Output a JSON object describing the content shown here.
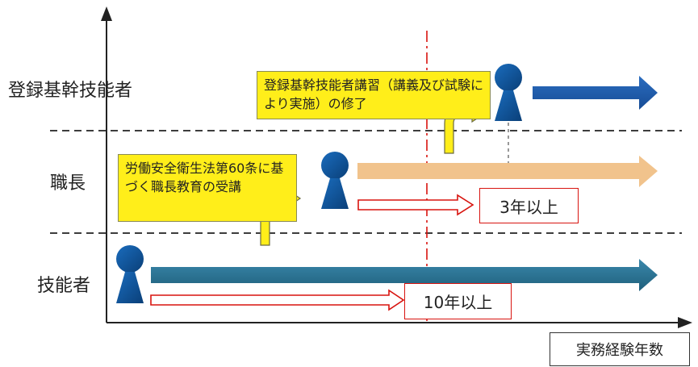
{
  "rows": {
    "registered": "登録基幹技能者",
    "foreman": "職長",
    "skilled": "技能者"
  },
  "notes": {
    "foreman_training": "労働安全衛生法第60条に基づく職長教育の受講",
    "registered_course": "登録基幹技能者講習（講義及び試験により実施）の修了"
  },
  "requirements": {
    "foreman_years": "3年以上",
    "skilled_years": "10年以上"
  },
  "axis": {
    "x_label": "実務経験年数"
  },
  "colors": {
    "person": "#0b5aa0",
    "arrow_blue": "#1a58a8",
    "arrow_teal": "#2a6f8e",
    "arrow_tan": "#f1c38c",
    "note_yellow": "#ffee1a",
    "requirement_red": "#d8140f"
  }
}
